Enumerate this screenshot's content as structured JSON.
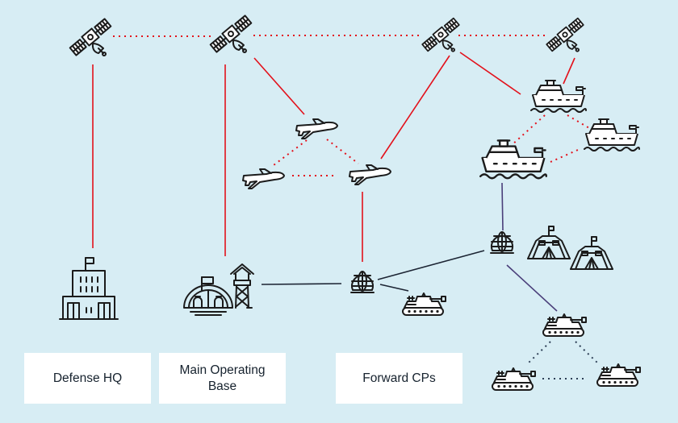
{
  "diagram": {
    "title": "",
    "colors": {
      "background": "#d7edf4",
      "satellite_link": "#e3111b",
      "ground_link": "#1c2433",
      "ground_link_alt": "#4a3f7a",
      "tank_link": "#2c3e55",
      "icon_stroke": "#1b1b1b",
      "label_box": "#ffffff",
      "label_text": "#16222e"
    },
    "labels": [
      {
        "id": "defense-hq",
        "text": "Defense HQ"
      },
      {
        "id": "main-operating-base",
        "text": "Main Operating\nBase"
      },
      {
        "id": "forward-cps",
        "text": "Forward CPs"
      }
    ],
    "nodes": [
      {
        "id": "sat1",
        "type": "satellite-icon"
      },
      {
        "id": "sat2",
        "type": "satellite-icon"
      },
      {
        "id": "sat3",
        "type": "satellite-icon"
      },
      {
        "id": "sat4",
        "type": "satellite-icon"
      },
      {
        "id": "drone1",
        "type": "drone-icon"
      },
      {
        "id": "drone2",
        "type": "drone-icon"
      },
      {
        "id": "drone3",
        "type": "drone-icon"
      },
      {
        "id": "ship1",
        "type": "ship-icon"
      },
      {
        "id": "ship2",
        "type": "ship-icon"
      },
      {
        "id": "ship3",
        "type": "ship-icon"
      },
      {
        "id": "hq",
        "type": "headquarters-building-icon"
      },
      {
        "id": "mob",
        "type": "base-dome-tower-icon"
      },
      {
        "id": "globe1",
        "type": "globe-station-icon"
      },
      {
        "id": "globe2",
        "type": "globe-station-icon"
      },
      {
        "id": "tent1",
        "type": "tent-icon"
      },
      {
        "id": "tent2",
        "type": "tent-icon"
      },
      {
        "id": "tank1",
        "type": "tank-icon"
      },
      {
        "id": "tank2",
        "type": "tank-icon"
      },
      {
        "id": "tank3",
        "type": "tank-icon"
      },
      {
        "id": "tank4",
        "type": "tank-icon"
      }
    ],
    "links": [
      {
        "from": "sat1",
        "to": "sat2",
        "style": "dotted",
        "color": "satellite_link"
      },
      {
        "from": "sat2",
        "to": "sat3",
        "style": "dotted",
        "color": "satellite_link"
      },
      {
        "from": "sat3",
        "to": "sat4",
        "style": "dotted",
        "color": "satellite_link"
      },
      {
        "from": "sat1",
        "to": "hq",
        "style": "solid",
        "color": "satellite_link"
      },
      {
        "from": "sat2",
        "to": "mob",
        "style": "solid",
        "color": "satellite_link"
      },
      {
        "from": "sat2",
        "to": "drone1",
        "style": "solid",
        "color": "satellite_link"
      },
      {
        "from": "sat3",
        "to": "drone3",
        "style": "solid",
        "color": "satellite_link"
      },
      {
        "from": "sat3",
        "to": "ship1",
        "style": "solid",
        "color": "satellite_link"
      },
      {
        "from": "sat4",
        "to": "ship1",
        "style": "solid",
        "color": "satellite_link"
      },
      {
        "from": "drone1",
        "to": "drone2",
        "style": "dotted",
        "color": "satellite_link"
      },
      {
        "from": "drone1",
        "to": "drone3",
        "style": "dotted",
        "color": "satellite_link"
      },
      {
        "from": "drone2",
        "to": "drone3",
        "style": "dotted",
        "color": "satellite_link"
      },
      {
        "from": "drone3",
        "to": "globe1",
        "style": "solid",
        "color": "satellite_link"
      },
      {
        "from": "ship1",
        "to": "ship2",
        "style": "dotted",
        "color": "satellite_link"
      },
      {
        "from": "ship1",
        "to": "ship3",
        "style": "dotted",
        "color": "satellite_link"
      },
      {
        "from": "ship2",
        "to": "ship3",
        "style": "dotted",
        "color": "satellite_link"
      },
      {
        "from": "ship2",
        "to": "globe2",
        "style": "solid",
        "color": "ground_link_alt"
      },
      {
        "from": "mob",
        "to": "globe1",
        "style": "solid",
        "color": "ground_link"
      },
      {
        "from": "globe1",
        "to": "globe2",
        "style": "solid",
        "color": "ground_link"
      },
      {
        "from": "globe1",
        "to": "tank1",
        "style": "solid",
        "color": "ground_link"
      },
      {
        "from": "globe2",
        "to": "tank2",
        "style": "solid",
        "color": "ground_link_alt"
      },
      {
        "from": "tank2",
        "to": "tank3",
        "style": "dotted",
        "color": "tank_link"
      },
      {
        "from": "tank2",
        "to": "tank4",
        "style": "dotted",
        "color": "tank_link"
      },
      {
        "from": "tank3",
        "to": "tank4",
        "style": "dotted",
        "color": "tank_link"
      }
    ]
  }
}
